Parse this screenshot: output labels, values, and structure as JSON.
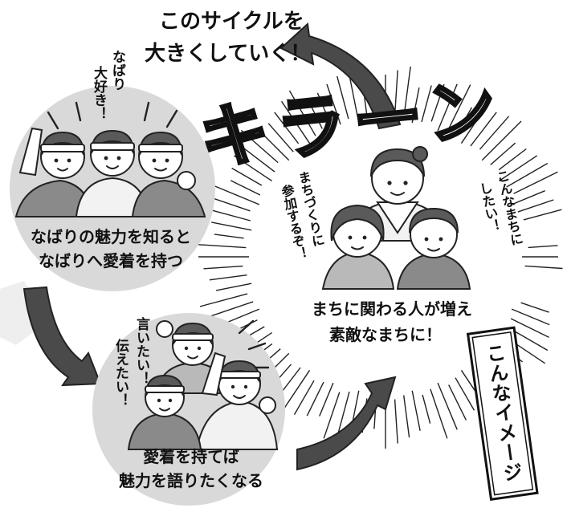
{
  "top_caption": {
    "line1": "このサイクルを",
    "line2": "大きくしていく！"
  },
  "kiraan_text": "キラーン",
  "stage1": {
    "speech": [
      "なばり",
      "大好き！"
    ],
    "caption_line1": "なばりの魅力を知ると",
    "caption_line2": "なばりへ愛着を持つ"
  },
  "stage2": {
    "speech": [
      "言いたい！",
      "伝えたい！"
    ],
    "caption_line1": "愛着を持てば",
    "caption_line2": "魅力を語りたくなる"
  },
  "stage3": {
    "speech_left": [
      "まちづくりに",
      "参加するぞ！"
    ],
    "speech_right": [
      "こんなまちに",
      "したい！"
    ],
    "caption_line1": "まちに関わる人が増え",
    "caption_line2": "素敵なまちに！"
  },
  "image_label": "こんなイメージ",
  "colors": {
    "ink": "#111111",
    "circle_fill": "#d9d9d9",
    "arrow_fill": "#4a4a4a",
    "paper": "#ffffff"
  }
}
